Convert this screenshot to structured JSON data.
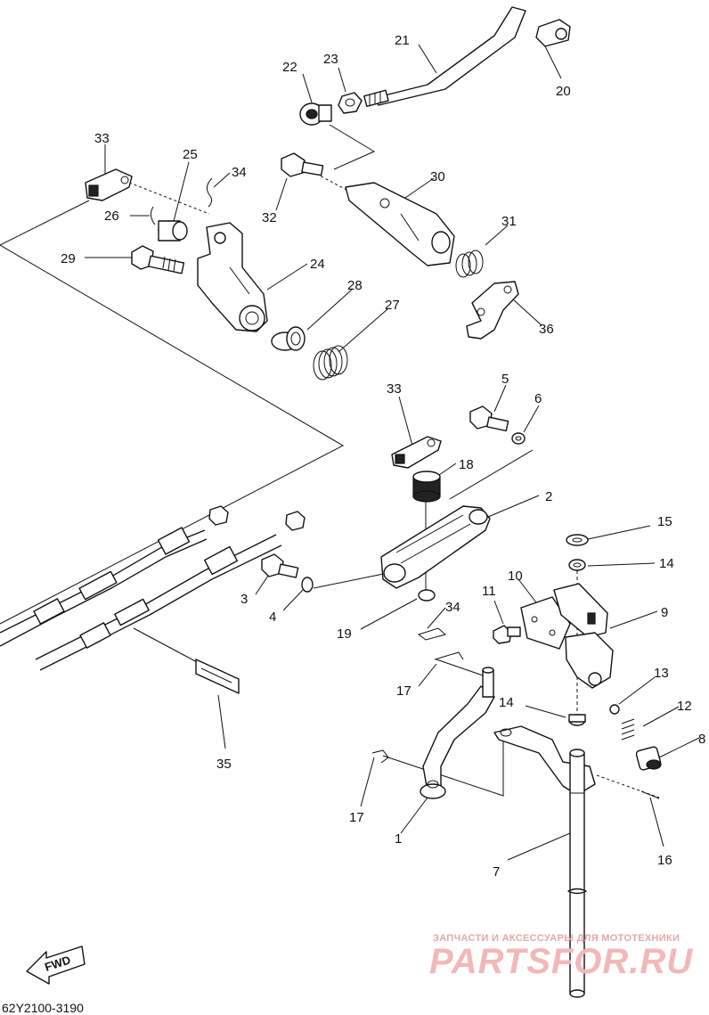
{
  "callouts": {
    "c1": "1",
    "c2": "2",
    "c3": "3",
    "c4": "4",
    "c5": "5",
    "c6": "6",
    "c7": "7",
    "c8": "8",
    "c9": "9",
    "c10": "10",
    "c11": "11",
    "c12": "12",
    "c13": "13",
    "c14a": "14",
    "c14b": "14",
    "c15": "15",
    "c16": "16",
    "c17a": "17",
    "c17b": "17",
    "c18": "18",
    "c19": "19",
    "c20": "20",
    "c21": "21",
    "c22": "22",
    "c23": "23",
    "c24": "24",
    "c25": "25",
    "c26": "26",
    "c27": "27",
    "c28": "28",
    "c29": "29",
    "c30": "30",
    "c31": "31",
    "c32": "32",
    "c33a": "33",
    "c33b": "33",
    "c34a": "34",
    "c34b": "34",
    "c35": "35",
    "c36": "36"
  },
  "fwd_label": "FWD",
  "diagram_code": "62Y2100-3190",
  "watermark": {
    "small": "ЗАПЧАСТИ И АКСЕССУАРЫ ДЛЯ МОТОТЕХНИКИ",
    "big": "PARTSFOR.RU"
  }
}
